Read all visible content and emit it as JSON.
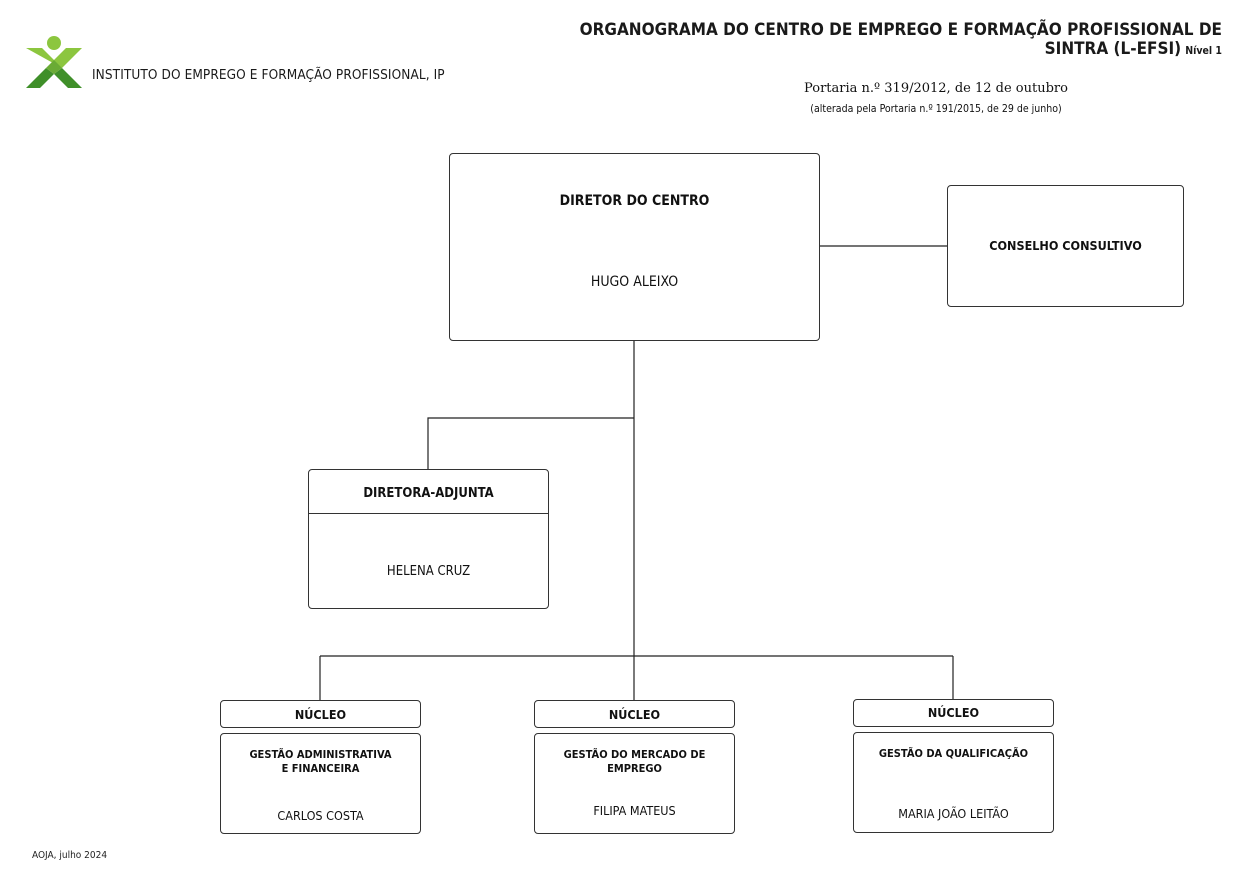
{
  "header": {
    "institute_name": "INSTITUTO DO EMPREGO E FORMAÇÃO PROFISSIONAL, IP",
    "title_line1": "ORGANOGRAMA DO  CENTRO DE EMPREGO E FORMAÇÃO PROFISSIONAL DE",
    "title_line2": "SINTRA (L-EFSI)",
    "level": "Nível 1",
    "portaria": "Portaria n.º 319/2012, de 12 de outubro",
    "alterada": "(alterada pela Portaria n.º 191/2015, de 29 de junho)",
    "logo_icon": "iefp-logo-icon",
    "logo_colors": {
      "dark_green": "#3f8f29",
      "light_green": "#8cc63f"
    }
  },
  "director": {
    "label": "DIRETOR DO CENTRO",
    "name": "HUGO ALEIXO"
  },
  "conselho": {
    "label": "CONSELHO CONSULTIVO"
  },
  "adjunta": {
    "label": "DIRETORA-ADJUNTA",
    "name": "HELENA CRUZ"
  },
  "nucleos": [
    {
      "head": "NÚCLEO",
      "label_line1": "GESTÃO ADMINISTRATIVA",
      "label_line2": "E FINANCEIRA",
      "name": "CARLOS COSTA"
    },
    {
      "head": "NÚCLEO",
      "label_line1": "GESTÃO DO MERCADO DE EMPREGO",
      "label_line2": "",
      "name": "FILIPA MATEUS"
    },
    {
      "head": "NÚCLEO",
      "label_line1": "GESTÃO DA QUALIFICAÇÃO",
      "label_line2": "",
      "name": "MARIA JOÃO LEITÃO"
    }
  ],
  "footer": {
    "text": "AOJA, julho 2024"
  }
}
